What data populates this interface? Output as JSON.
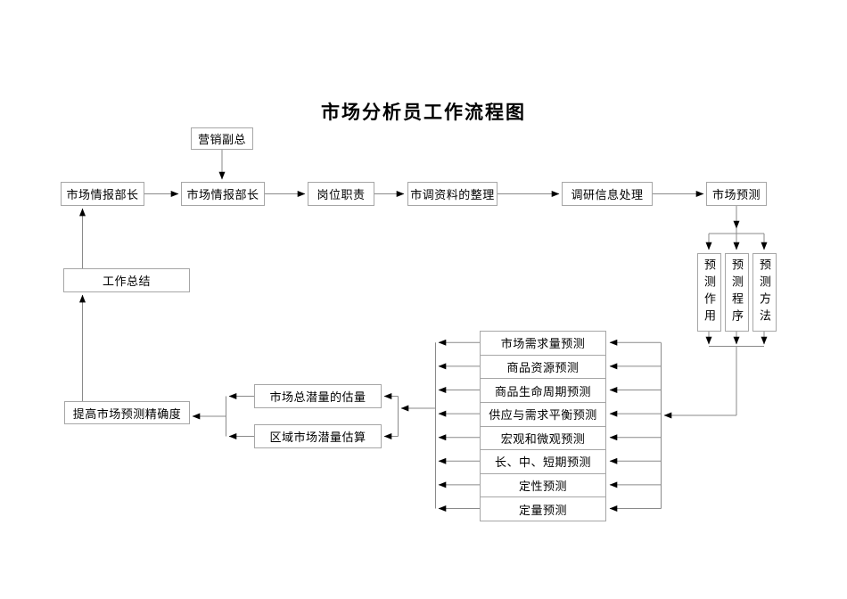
{
  "title": "市场分析员工作流程图",
  "colors": {
    "text": "#000000",
    "box_border": "#a6a6a6",
    "connector_line": "#8a8a8a",
    "arrowhead": "#000000",
    "background": "#ffffff"
  },
  "top": {
    "supervisor": "营销副总",
    "flow": [
      "市场情报部长",
      "市场情报部长",
      "岗位职责",
      "市调资料的整理",
      "调研信息处理",
      "市场预测"
    ]
  },
  "forecast_aspects": [
    "预测作用",
    "预测程序",
    "预测方法"
  ],
  "forecast_types": [
    "市场需求量预测",
    "商品资源预测",
    "商品生命周期预测",
    "供应与需求平衡预测",
    "宏观和微观预测",
    "长、中、短期预测",
    "定性预测",
    "定量预测"
  ],
  "estimates": [
    "市场总潜量的估量",
    "区域市场潜量估算"
  ],
  "summary": "工作总结",
  "improve": "提高市场预测精确度"
}
